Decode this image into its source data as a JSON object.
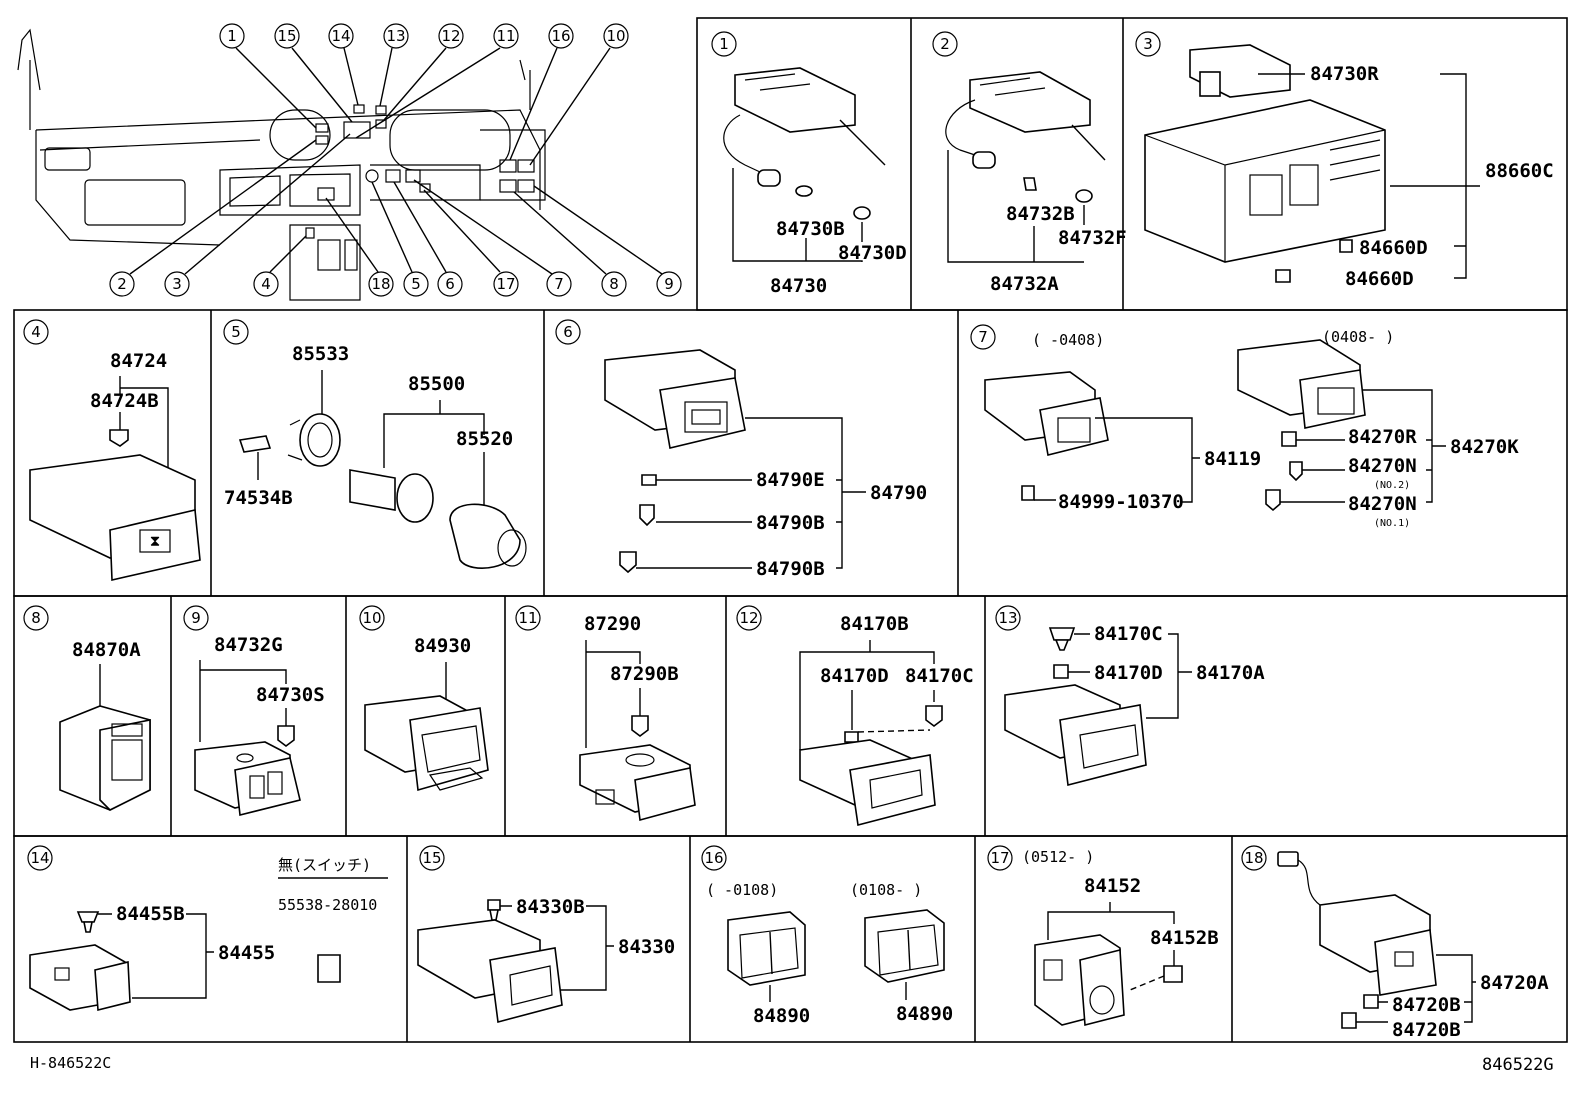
{
  "overview": {
    "callouts_top": [
      "1",
      "15",
      "14",
      "13",
      "12",
      "11",
      "16",
      "10"
    ],
    "callouts_bottom": [
      "2",
      "3",
      "4",
      "18",
      "5",
      "6",
      "17",
      "7",
      "8",
      "9"
    ]
  },
  "panels": {
    "p1": {
      "num": "1",
      "parts": [
        "84730B",
        "84730D",
        "84730"
      ]
    },
    "p2": {
      "num": "2",
      "parts": [
        "84732B",
        "84732F",
        "84732A"
      ]
    },
    "p3": {
      "num": "3",
      "parts": [
        "84730R",
        "88660C",
        "84660D",
        "84660D"
      ]
    },
    "p4": {
      "num": "4",
      "parts": [
        "84724",
        "84724B"
      ]
    },
    "p5": {
      "num": "5",
      "parts": [
        "85533",
        "85500",
        "85520",
        "74534B"
      ]
    },
    "p6": {
      "num": "6",
      "parts": [
        "84790E",
        "84790",
        "84790B",
        "84790B"
      ]
    },
    "p7": {
      "num": "7",
      "period_a": "(      -0408)",
      "period_b": "(0408-      )",
      "parts": [
        "84119",
        "84999-10370",
        "84270R",
        "84270K",
        "84270N",
        "84270N"
      ],
      "note_no2": "(NO.2)",
      "note_no1": "(NO.1)"
    },
    "p8": {
      "num": "8",
      "parts": [
        "84870A"
      ]
    },
    "p9": {
      "num": "9",
      "parts": [
        "84732G",
        "84730S"
      ]
    },
    "p10": {
      "num": "10",
      "parts": [
        "84930"
      ]
    },
    "p11": {
      "num": "11",
      "parts": [
        "87290",
        "87290B"
      ]
    },
    "p12": {
      "num": "12",
      "parts": [
        "84170B",
        "84170D",
        "84170C"
      ]
    },
    "p13": {
      "num": "13",
      "parts": [
        "84170C",
        "84170D",
        "84170A"
      ]
    },
    "p14": {
      "num": "14",
      "parts": [
        "84455B",
        "84455"
      ],
      "label_jp": "無(スイッチ)",
      "part_jp": "55538-28010"
    },
    "p15": {
      "num": "15",
      "parts": [
        "84330B",
        "84330"
      ]
    },
    "p16": {
      "num": "16",
      "period_a": "(    -0108)",
      "period_b": "(0108-    )",
      "parts": [
        "84890",
        "84890"
      ]
    },
    "p17": {
      "num": "17",
      "period": "(0512-    )",
      "parts": [
        "84152",
        "84152B"
      ]
    },
    "p18": {
      "num": "18",
      "parts": [
        "84720A",
        "84720B",
        "84720B"
      ]
    }
  },
  "footer": {
    "left": "H-846522C",
    "right": "846522G"
  }
}
